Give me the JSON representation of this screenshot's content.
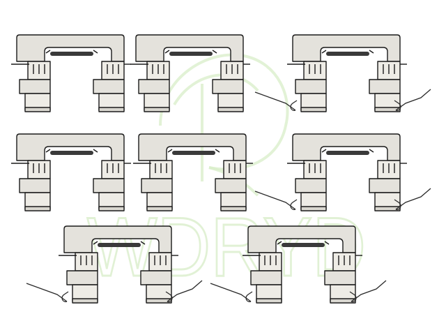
{
  "image": {
    "subject": "brake-pad-clip-hardware-kit",
    "background_color": "#ffffff"
  },
  "colors": {
    "part_fill": "#e4e2dc",
    "part_tab_fill": "#eeece6",
    "part_outline": "#1a1a1a",
    "slot_bar": "#3a3a3a",
    "spring_wire": "#2a2a2a",
    "watermark": "#d8edc8"
  },
  "watermark": {
    "text": "WDRYD",
    "logo_icon": "leaf-ring-logo-icon"
  },
  "clips": [
    {
      "row": 1,
      "col": 1,
      "springs": false
    },
    {
      "row": 1,
      "col": 2,
      "springs": false
    },
    {
      "row": 1,
      "col": 3,
      "springs": true
    },
    {
      "row": 2,
      "col": 1,
      "springs": false
    },
    {
      "row": 2,
      "col": 2,
      "springs": false
    },
    {
      "row": 2,
      "col": 3,
      "springs": true
    },
    {
      "row": 3,
      "col": 1,
      "springs": true
    },
    {
      "row": 3,
      "col": 2,
      "springs": true
    }
  ]
}
